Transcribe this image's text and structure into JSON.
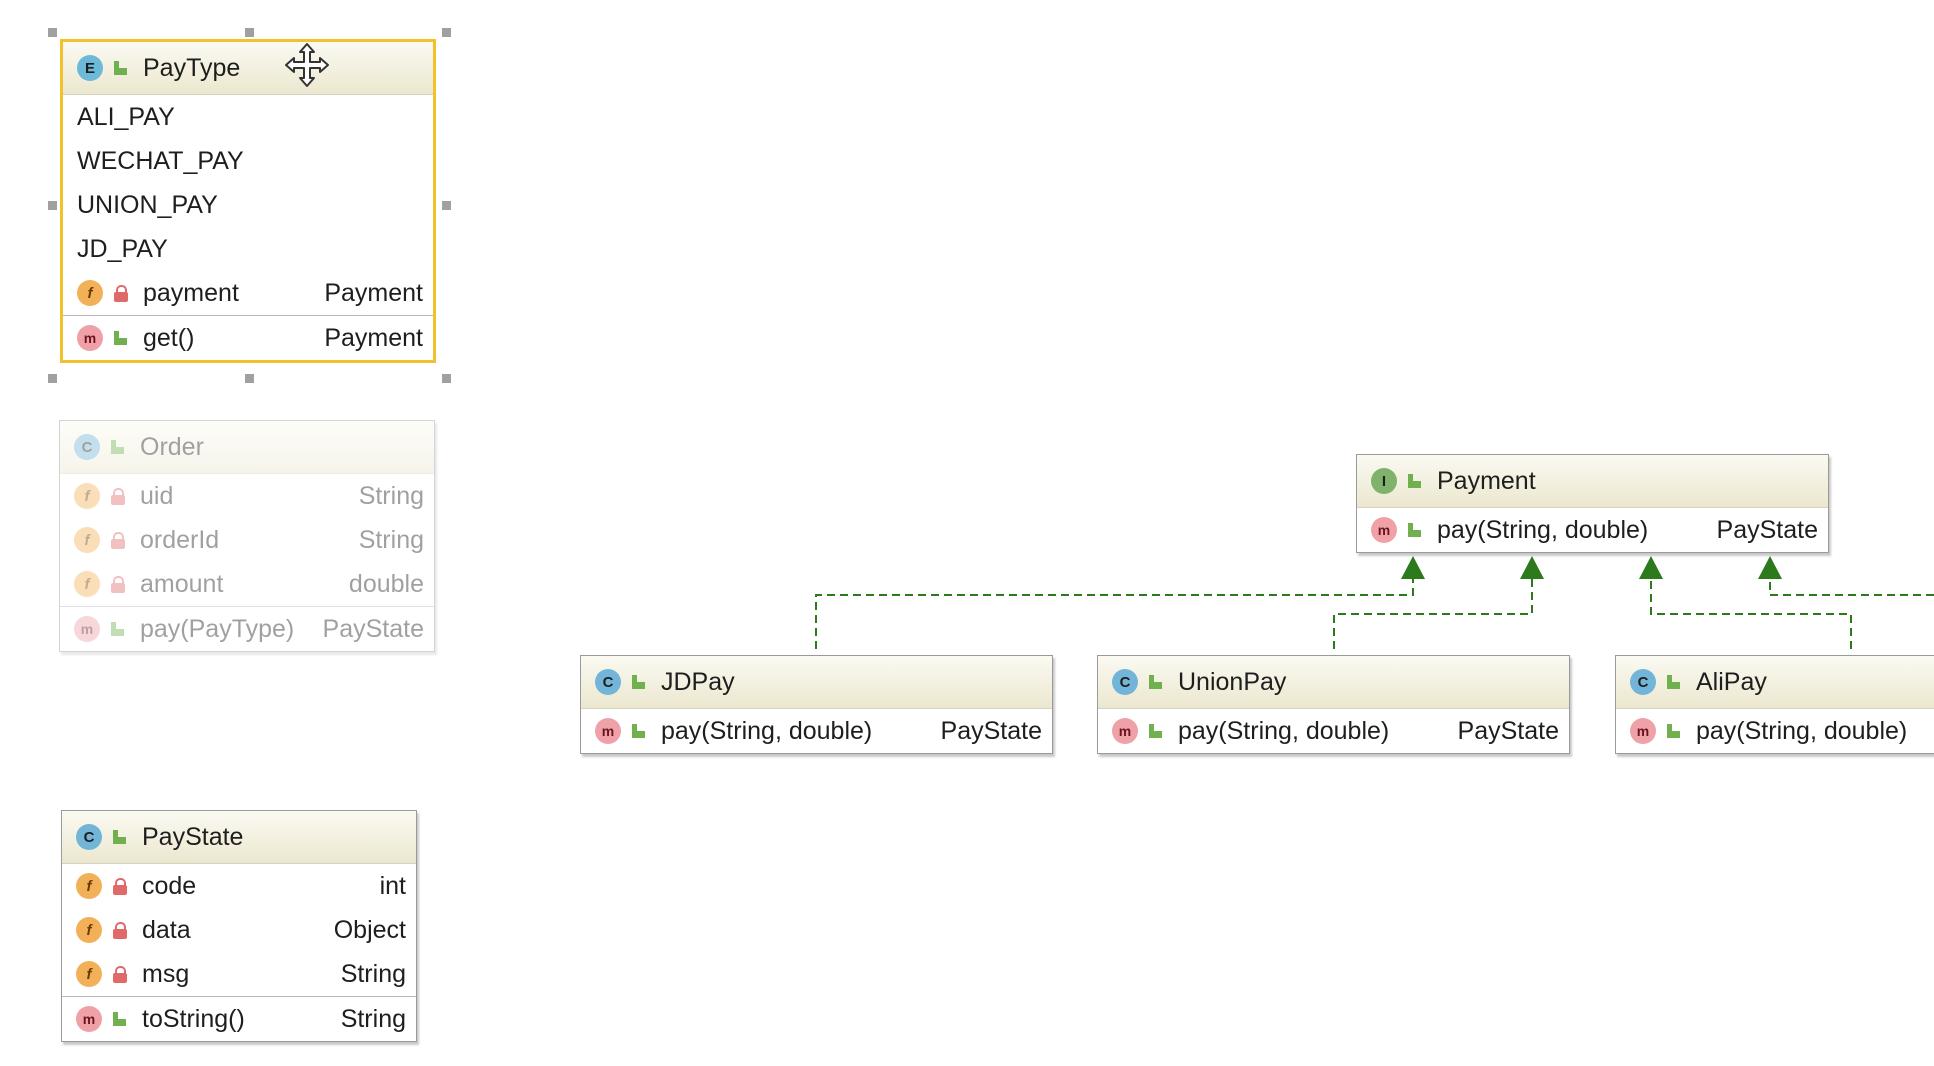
{
  "diagram": {
    "classes": [
      {
        "id": "paytype",
        "kind": "E",
        "name": "PayType",
        "selected": true,
        "faded": false,
        "constants": [
          "ALI_PAY",
          "WECHAT_PAY",
          "UNION_PAY",
          "JD_PAY"
        ],
        "fields": [
          {
            "visibility": "private",
            "name": "payment",
            "type": "Payment"
          }
        ],
        "methods": [
          {
            "visibility": "public",
            "name": "get()",
            "type": "Payment"
          }
        ]
      },
      {
        "id": "order",
        "kind": "C",
        "name": "Order",
        "selected": false,
        "faded": true,
        "constants": [],
        "fields": [
          {
            "visibility": "private",
            "name": "uid",
            "type": "String"
          },
          {
            "visibility": "private",
            "name": "orderId",
            "type": "String"
          },
          {
            "visibility": "private",
            "name": "amount",
            "type": "double"
          }
        ],
        "methods": [
          {
            "visibility": "public",
            "name": "pay(PayType)",
            "type": "PayState"
          }
        ]
      },
      {
        "id": "paystate",
        "kind": "C",
        "name": "PayState",
        "selected": false,
        "faded": false,
        "constants": [],
        "fields": [
          {
            "visibility": "private",
            "name": "code",
            "type": "int"
          },
          {
            "visibility": "private",
            "name": "data",
            "type": "Object"
          },
          {
            "visibility": "private",
            "name": "msg",
            "type": "String"
          }
        ],
        "methods": [
          {
            "visibility": "public",
            "name": "toString()",
            "type": "String"
          }
        ]
      },
      {
        "id": "payment",
        "kind": "I",
        "name": "Payment",
        "selected": false,
        "faded": false,
        "constants": [],
        "fields": [],
        "methods": [
          {
            "visibility": "public",
            "name": "pay(String, double)",
            "type": "PayState"
          }
        ]
      },
      {
        "id": "jdpay",
        "kind": "C",
        "name": "JDPay",
        "selected": false,
        "faded": false,
        "constants": [],
        "fields": [],
        "methods": [
          {
            "visibility": "public",
            "name": "pay(String, double)",
            "type": "PayState"
          }
        ]
      },
      {
        "id": "unionpay",
        "kind": "C",
        "name": "UnionPay",
        "selected": false,
        "faded": false,
        "constants": [],
        "fields": [],
        "methods": [
          {
            "visibility": "public",
            "name": "pay(String, double)",
            "type": "PayState"
          }
        ]
      },
      {
        "id": "alipay",
        "kind": "C",
        "name": "AliPay",
        "selected": false,
        "faded": false,
        "constants": [],
        "fields": [],
        "methods": [
          {
            "visibility": "public",
            "name": "pay(String, double)",
            "type": ""
          }
        ]
      }
    ],
    "relations": [
      {
        "type": "realization",
        "from": "jdpay",
        "to": "payment"
      },
      {
        "type": "realization",
        "from": "unionpay",
        "to": "payment"
      },
      {
        "type": "realization",
        "from": "alipay",
        "to": "payment"
      },
      {
        "type": "realization",
        "from": "offscreen-right",
        "to": "payment"
      }
    ],
    "colors": {
      "header": "#ece8d1",
      "selection": "#f2c12e",
      "relation": "#2c7a1c",
      "enum_badge": "#6cbad8",
      "class_badge": "#72b5d8",
      "interface_badge": "#7fb26b",
      "field_badge": "#f2b158",
      "method_badge": "#f0a1a8"
    },
    "cursor_icon": "move-cursor-icon"
  }
}
